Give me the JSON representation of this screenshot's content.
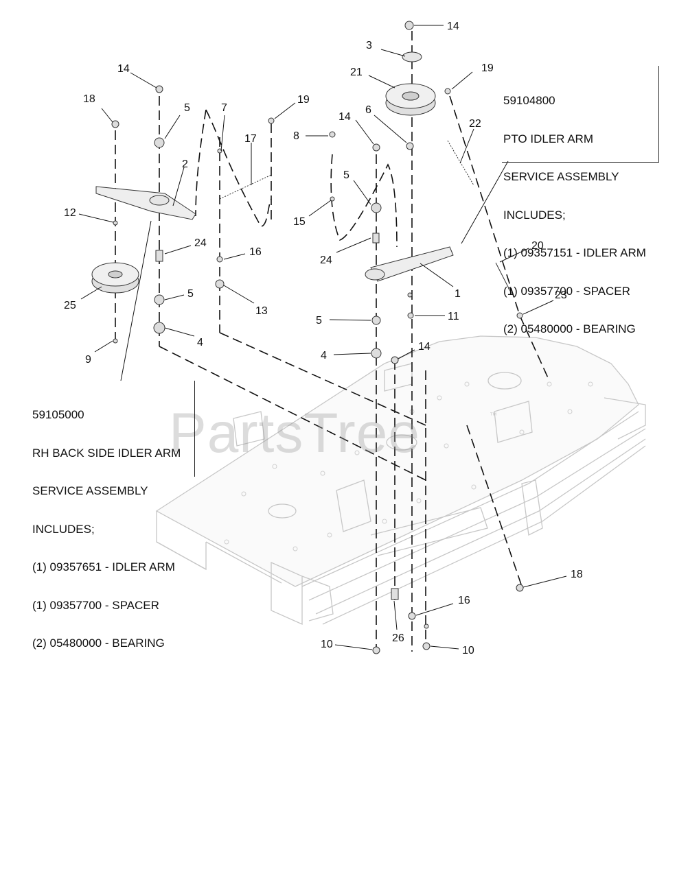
{
  "diagram": {
    "callouts": [
      "14",
      "3",
      "21",
      "19",
      "14",
      "18",
      "5",
      "7",
      "19",
      "8",
      "14",
      "6",
      "22",
      "17",
      "2",
      "5",
      "12",
      "15",
      "24",
      "16",
      "24",
      "1",
      "20",
      "25",
      "5",
      "13",
      "11",
      "23",
      "5",
      "9",
      "4",
      "4",
      "14",
      "18",
      "16",
      "10",
      "26",
      "10"
    ],
    "assemblies": [
      {
        "part_number": "59104800",
        "lines": [
          "PTO IDLER ARM",
          "SERVICE ASSEMBLY",
          "INCLUDES;",
          "(1) 09357151 - IDLER ARM",
          "(1) 09357700 - SPACER",
          "(2) 05480000 - BEARING"
        ]
      },
      {
        "part_number": "59105000",
        "lines": [
          "RH BACK SIDE IDLER ARM",
          "SERVICE ASSEMBLY",
          "INCLUDES;",
          "(1) 09357651 - IDLER ARM",
          "(1) 09357700 - SPACER",
          "(2) 05480000 - BEARING"
        ]
      }
    ],
    "watermark": "PartsTree",
    "watermark_mark": "™"
  }
}
